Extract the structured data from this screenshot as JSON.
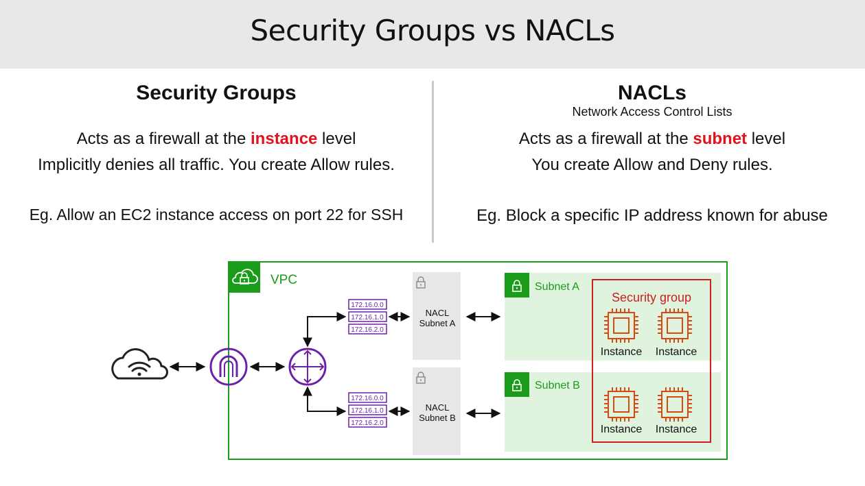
{
  "header": {
    "title": "Security Groups vs NACLs"
  },
  "left": {
    "title": "Security Groups",
    "line1_pre": "Acts as a firewall at the ",
    "line1_hl": "instance",
    "line1_post": " level",
    "line2": "Implicitly denies all traffic. You create Allow rules.",
    "example": "Eg. Allow an EC2 instance access on port 22 for SSH"
  },
  "right": {
    "title": "NACLs",
    "subtitle": "Network Access Control Lists",
    "line1_pre": "Acts as a firewall at the ",
    "line1_hl": "subnet",
    "line1_post": " level",
    "line2": "You create Allow and Deny rules.",
    "example": "Eg. Block a specific IP address known for abuse"
  },
  "diagram": {
    "vpc_label": "VPC",
    "route_entries": [
      "172.16.0.0",
      "172.16.1.0",
      "172.16.2.0"
    ],
    "nacl_a": {
      "line1": "NACL",
      "line2": "Subnet A"
    },
    "nacl_b": {
      "line1": "NACL",
      "line2": "Subnet B"
    },
    "subnet_a_label": "Subnet A",
    "subnet_b_label": "Subnet B",
    "security_group_label": "Security group",
    "instance_label": "Instance",
    "colors": {
      "vpc_green": "#1a9c1a",
      "subnet_fill": "#dff3df",
      "nacl_fill": "#e8e8ea",
      "purple": "#6b21a8",
      "orange": "#d9480f",
      "sg_red": "#cc1f1f",
      "highlight_red": "#e0121b"
    },
    "icons": [
      "cloud-icon",
      "internet-gateway-icon",
      "router-icon",
      "route-table-icon",
      "lock-icon",
      "chip-icon"
    ]
  }
}
